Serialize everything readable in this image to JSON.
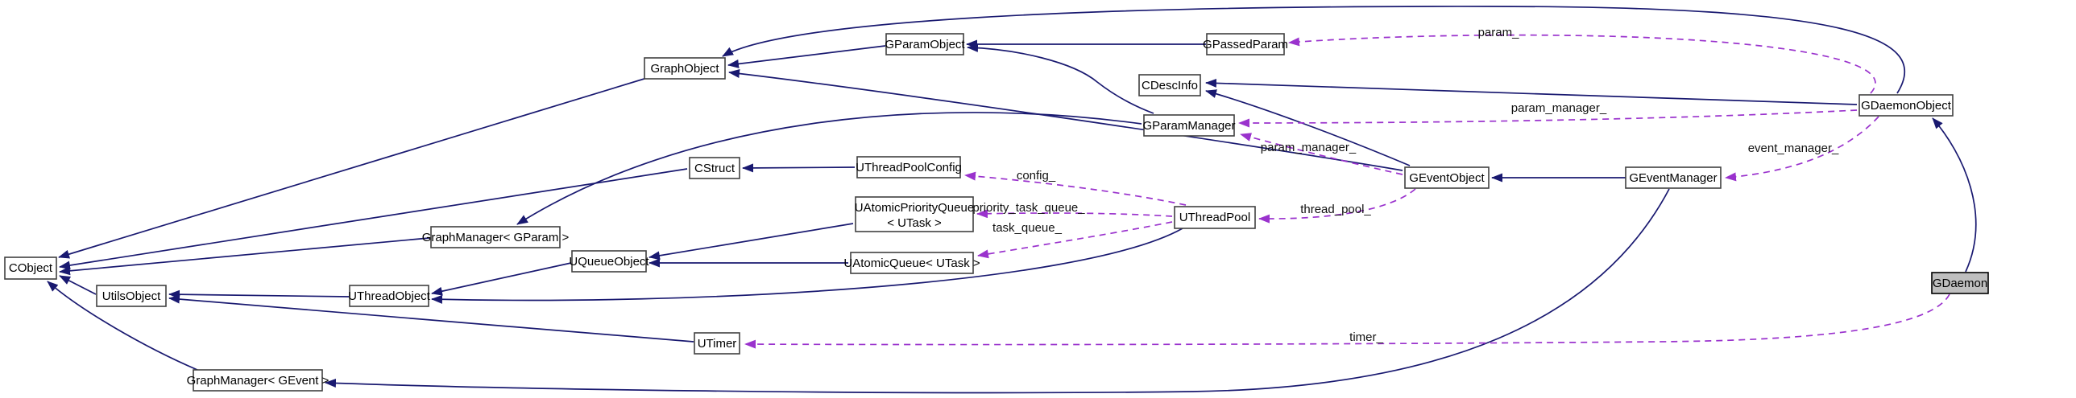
{
  "diagram": {
    "title": "GDaemon collaboration graph",
    "colors": {
      "inheritance_edge": "#191970",
      "usage_edge": "#9a32cd",
      "node_fill": "#ffffff",
      "node_border": "#404040",
      "current_node_fill": "#bfbfbf",
      "background": "#ffffff"
    },
    "nodes": {
      "cobject": {
        "label": "CObject"
      },
      "utils_object": {
        "label": "UtilsObject"
      },
      "graph_manager_gevent": {
        "label": "GraphManager< GEvent >"
      },
      "graph_object": {
        "label": "GraphObject"
      },
      "uthread_object": {
        "label": "UThreadObject"
      },
      "graph_manager_gparam": {
        "label": "GraphManager< GParam >"
      },
      "uqueue_object": {
        "label": "UQueueObject"
      },
      "cstruct": {
        "label": "CStruct"
      },
      "utimer": {
        "label": "UTimer"
      },
      "uthread_pool_config": {
        "label": "UThreadPoolConfig"
      },
      "uatomic_priority_queue": {
        "lines": [
          "UAtomicPriorityQueue",
          "< UTask >"
        ]
      },
      "uatomic_queue": {
        "label": "UAtomicQueue< UTask >"
      },
      "gparam_object": {
        "label": "GParamObject"
      },
      "gpassed_param": {
        "label": "GPassedParam"
      },
      "cdesc_info": {
        "label": "CDescInfo"
      },
      "gparam_manager": {
        "label": "GParamManager"
      },
      "uthread_pool": {
        "label": "UThreadPool"
      },
      "gevent_object": {
        "label": "GEventObject"
      },
      "gevent_manager": {
        "label": "GEventManager"
      },
      "gdaemon_object": {
        "label": "GDaemonObject"
      },
      "gdaemon": {
        "label": "GDaemon"
      }
    },
    "edge_labels": {
      "param": "param_",
      "param_manager_daemon": "param_manager_",
      "param_manager_event": "param_manager_",
      "event_manager": "event_manager_",
      "config": "config_",
      "priority_task_queue": "priority_task_queue_",
      "task_queue": "task_queue_",
      "thread_pool": "thread_pool_",
      "timer": "timer_"
    }
  }
}
